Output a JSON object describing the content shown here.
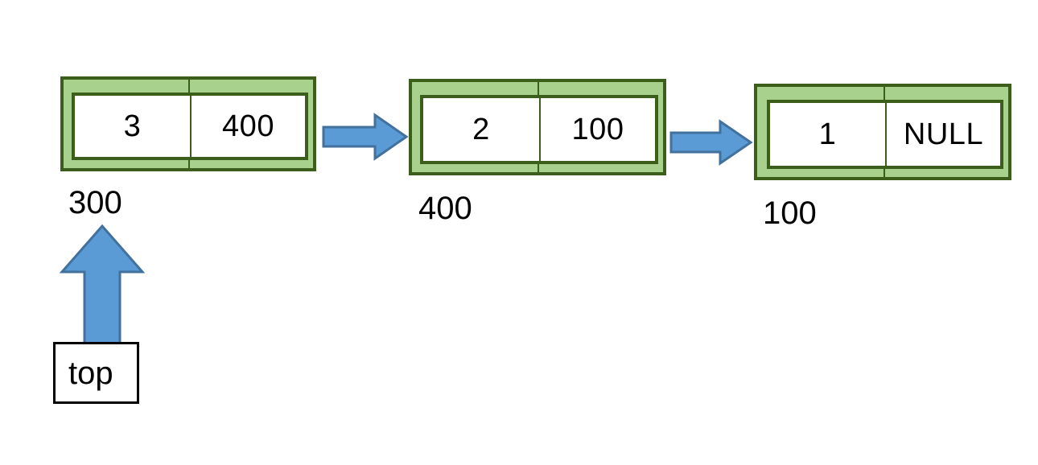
{
  "diagram": {
    "title": "singly-linked-list-stack-diagram",
    "colors": {
      "node_fill": "#A9D18E",
      "node_border": "#3B5E1B",
      "cell_fill": "#FFFFFF",
      "arrow_fill": "#5B9BD5",
      "arrow_stroke": "#41719C",
      "text": "#000000",
      "background": "#FFFFFF"
    },
    "nodes": [
      {
        "data": "3",
        "next": "400",
        "address": "300"
      },
      {
        "data": "2",
        "next": "100",
        "address": "400"
      },
      {
        "data": "1",
        "next": "NULL",
        "address": "100"
      }
    ],
    "pointer": {
      "label": "top",
      "points_to": "300"
    },
    "arrows": [
      {
        "name": "node1-to-node2",
        "direction": "right"
      },
      {
        "name": "node2-to-node3",
        "direction": "right"
      },
      {
        "name": "top-to-node1",
        "direction": "up"
      }
    ]
  }
}
